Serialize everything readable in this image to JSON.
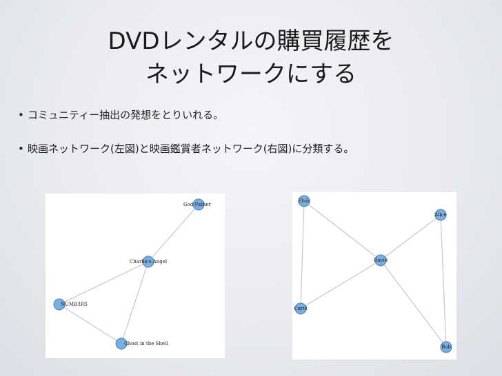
{
  "slide": {
    "title_line1": "DVDレンタルの購買履歴を",
    "title_line2": "ネットワークにする",
    "bullets": [
      "コミュニティー抽出の発想をとりいれる。",
      "映画ネットワーク(左図)と映画鑑賞者ネットワーク(右図)に分類する。"
    ],
    "bullet_symbol": "•"
  },
  "movie_network": {
    "nodes": [
      "God Father",
      "Charlie's Angel",
      "NUMB3RS",
      "Ghost in the Shell"
    ],
    "edges": [
      [
        "God Father",
        "Charlie's Angel"
      ],
      [
        "Charlie's Angel",
        "NUMB3RS"
      ],
      [
        "Charlie's Angel",
        "Ghost in the Shell"
      ],
      [
        "NUMB3RS",
        "Ghost in the Shell"
      ]
    ]
  },
  "viewer_network": {
    "nodes": [
      "Elvis",
      "Alice",
      "David",
      "Carol",
      "Bob"
    ],
    "edges": [
      [
        "Elvis",
        "David"
      ],
      [
        "Elvis",
        "Carol"
      ],
      [
        "Carol",
        "David"
      ],
      [
        "Alice",
        "David"
      ],
      [
        "Alice",
        "Bob"
      ],
      [
        "David",
        "Bob"
      ]
    ]
  },
  "colors": {
    "node_fill": "#7aaee0",
    "node_stroke": "#4a7fb5",
    "edge": "#c4c8cc"
  }
}
